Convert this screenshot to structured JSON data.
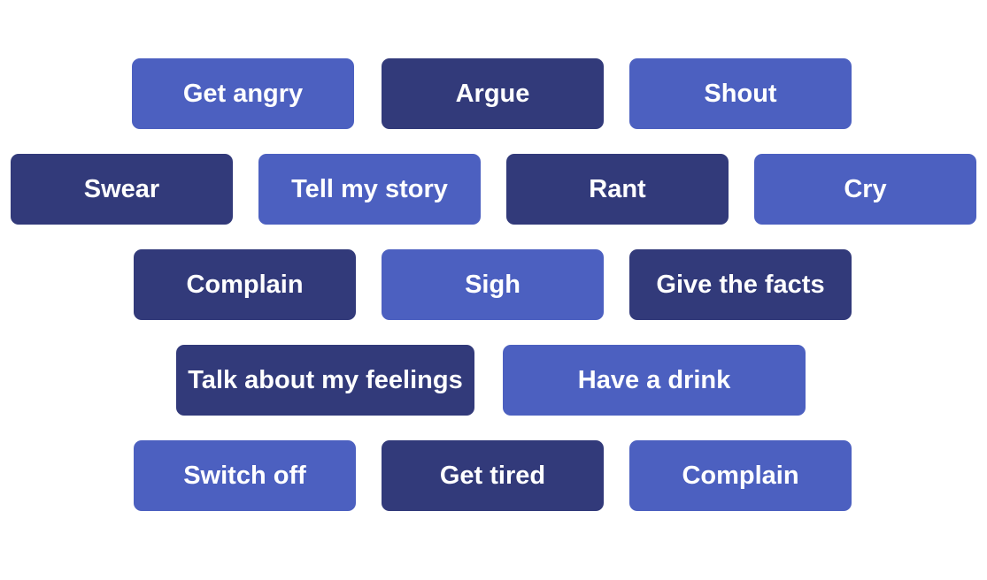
{
  "colors": {
    "light_tag": "#4c60c0",
    "dark_tag": "#323a7a",
    "text": "#ffffff",
    "background": "#ffffff"
  },
  "tags": [
    {
      "label": "Get angry",
      "tone": "light"
    },
    {
      "label": "Argue",
      "tone": "dark"
    },
    {
      "label": "Shout",
      "tone": "light"
    },
    {
      "label": "Swear",
      "tone": "dark"
    },
    {
      "label": "Tell my story",
      "tone": "light"
    },
    {
      "label": "Rant",
      "tone": "dark"
    },
    {
      "label": "Cry",
      "tone": "light"
    },
    {
      "label": "Complain",
      "tone": "dark"
    },
    {
      "label": "Sigh",
      "tone": "light"
    },
    {
      "label": "Give the facts",
      "tone": "dark"
    },
    {
      "label": "Talk about my feelings",
      "tone": "dark"
    },
    {
      "label": "Have a drink",
      "tone": "light"
    },
    {
      "label": "Switch off",
      "tone": "light"
    },
    {
      "label": "Get tired",
      "tone": "dark"
    },
    {
      "label": "Complain",
      "tone": "light"
    }
  ]
}
